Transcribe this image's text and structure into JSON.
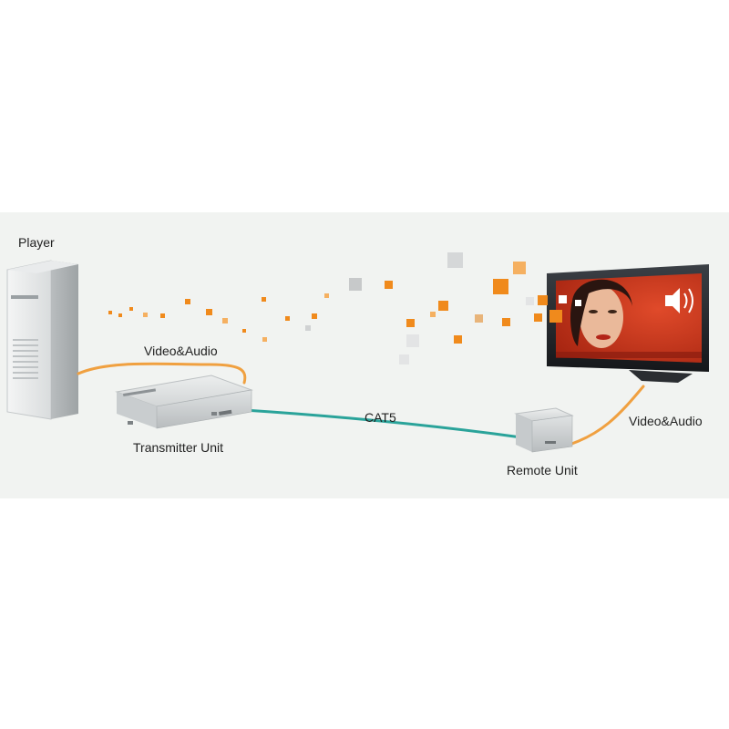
{
  "labels": {
    "player": "Player",
    "video_audio_left": "Video&Audio",
    "transmitter": "Transmitter Unit",
    "cable": "CAT5",
    "remote": "Remote Unit",
    "video_audio_right": "Video&Audio"
  },
  "icons": {
    "tower": "pc-tower-icon",
    "transmitter": "transmitter-box-icon",
    "remote": "receiver-box-icon",
    "display": "tv-display-icon",
    "speaker": "speaker-icon"
  },
  "colors": {
    "av_cable": "#f0a040",
    "cat5_cable": "#2aa39a",
    "accent_orange": "#f08a1c",
    "screen_red": "#c8321c"
  }
}
